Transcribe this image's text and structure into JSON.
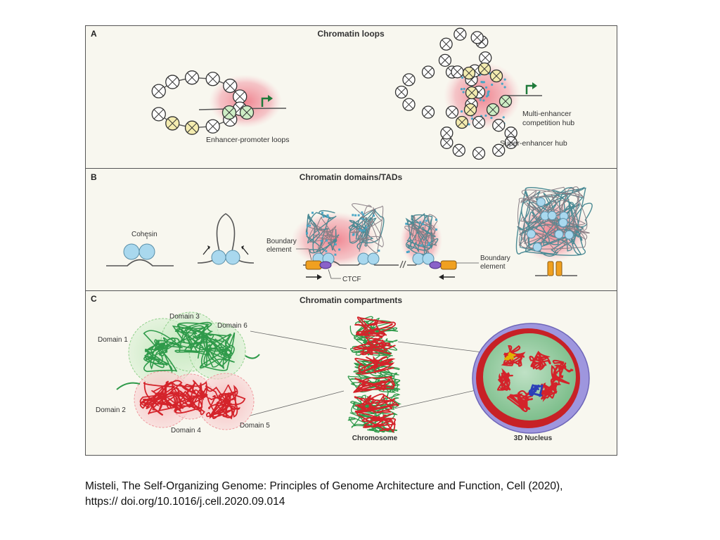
{
  "panels": [
    {
      "letter": "A",
      "title": "Chromatin loops"
    },
    {
      "letter": "B",
      "title": "Chromatin domains/TADs"
    },
    {
      "letter": "C",
      "title": "Chromatin compartments"
    }
  ],
  "labels_a": {
    "ep_loops": "Enhancer-promoter loops",
    "multi_1": "Multi-enhancer",
    "multi_2": "competition hub",
    "super": "Super-enhancer hub"
  },
  "labels_b": {
    "cohesin": "Cohesin",
    "boundary_left_1": "Boundary",
    "boundary_left_2": "element",
    "ctcf": "CTCF",
    "boundary_right_1": "Boundary",
    "boundary_right_2": "element"
  },
  "labels_c": {
    "domain1": "Domain 1",
    "domain2": "Domain 2",
    "domain3": "Domain 3",
    "domain4": "Domain 4",
    "domain5": "Domain 5",
    "domain6": "Domain 6",
    "chromosome": "Chromosome",
    "nucleus": "3D Nucleus"
  },
  "caption": {
    "line1": "Misteli, The Self-Organizing Genome: Principles of Genome Architecture and Function, Cell (2020),",
    "line2": "https:// doi.org/10.1016/j.cell.2020.09.014"
  },
  "colors": {
    "panel_bg": "#f8f7ef",
    "border": "#555555",
    "hub_pink": "#f2a4ae",
    "nucleosome_fill": "#ffffff",
    "enhancer_yellow": "#f4ecb0",
    "promoter_green": "#cfeec6",
    "cohesin_blue": "#a9d8ee",
    "ctcf_purple": "#8a62c9",
    "boundary_orange": "#f0a020",
    "chromatin_red": "#d4232a",
    "chromatin_green": "#3fa452",
    "nucleus_purple": "#8f86d6"
  }
}
